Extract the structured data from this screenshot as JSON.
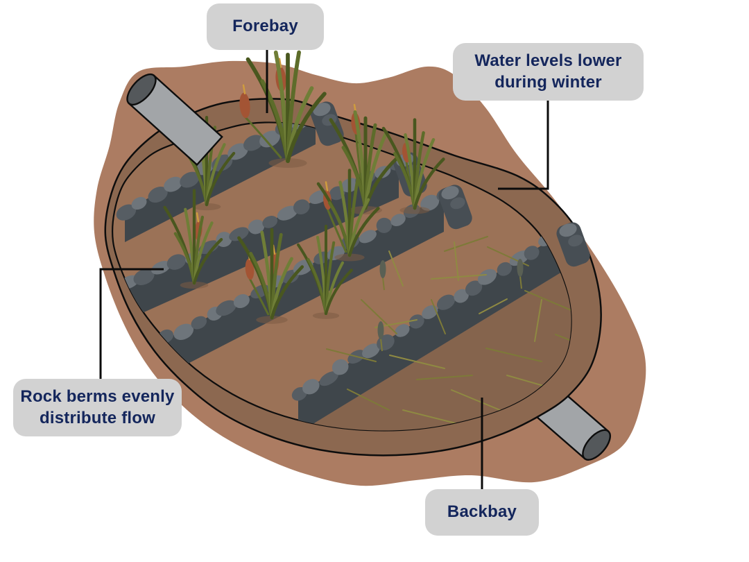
{
  "labels": {
    "forebay": {
      "text": "Forebay"
    },
    "water_levels": {
      "text": "Water levels lower\nduring winter"
    },
    "rock_berms": {
      "text": "Rock berms evenly\ndistribute flow"
    },
    "backbay": {
      "text": "Backbay"
    }
  },
  "colors": {
    "label_bg": "#d2d2d2",
    "label_text": "#14265c",
    "connector": "#0b0b0b",
    "outline": "#0d0d0d",
    "ground": "#ac7c62",
    "bank": "#8c6850",
    "floor": "#9b7257",
    "backbay_floor": "#85644d",
    "berm_face": "#3f464b",
    "berm_block": "#474e54",
    "stone_light": "#6e757b",
    "stone_dark": "#565d63",
    "pipe_body": "#a2a5a8",
    "pipe_end": "#54585b",
    "leaf_dark": "#49571f",
    "leaf_mid": "#5d6c2a",
    "leaf_light": "#6f7e37",
    "catkin": "#a35434",
    "catkin_tip": "#cf9c3e",
    "reed": "#8f8a42",
    "reed_dark": "#7d7a38",
    "dried_catkin": "#5a6054",
    "plant_shadow": "#7b5b43"
  }
}
